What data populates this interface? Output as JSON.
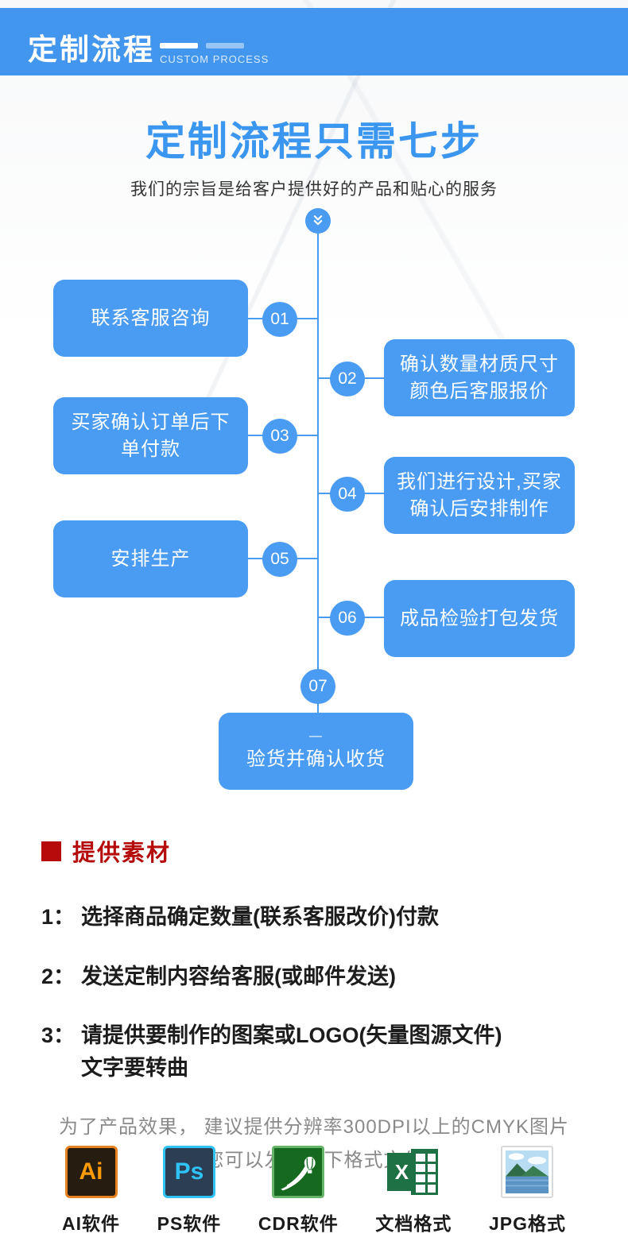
{
  "banner": {
    "title": "定制流程",
    "subtitle": "CUSTOM PROCESS"
  },
  "hero": {
    "title": "定制流程只需七步",
    "subtitle": "我们的宗旨是给客户提供好的产品和贴心的服务"
  },
  "flow": {
    "steps": [
      {
        "num": "01",
        "line1": "联系客服咨询",
        "line2": ""
      },
      {
        "num": "02",
        "line1": "确认数量材质尺寸",
        "line2": "颜色后客服报价"
      },
      {
        "num": "03",
        "line1": "买家确认订单后下",
        "line2": "单付款"
      },
      {
        "num": "04",
        "line1": "我们进行设计,买家",
        "line2": "确认后安排制作"
      },
      {
        "num": "05",
        "line1": "安排生产",
        "line2": ""
      },
      {
        "num": "06",
        "line1": "成品检验打包发货",
        "line2": ""
      }
    ],
    "final_step": {
      "num": "07",
      "dash": "—",
      "text": "验货并确认收货"
    }
  },
  "materials": {
    "heading": "提供素材",
    "items": [
      {
        "num": "1：",
        "text": "选择商品确定数量(联系客服改价)付款",
        "text2": ""
      },
      {
        "num": "2：",
        "text": "发送定制内容给客服(或邮件发送)",
        "text2": ""
      },
      {
        "num": "3：",
        "text": "请提供要制作的图案或LOGO(矢量图源文件)",
        "text2": "文字要转曲"
      }
    ],
    "note_line1": "为了产品效果， 建议提供分辨率300DPI以上的CMYK图片",
    "note_line2": "您可以发送以下格式文件"
  },
  "formats": [
    {
      "glyph": "Ai",
      "label": "AI软件"
    },
    {
      "glyph": "Ps",
      "label": "PS软件"
    },
    {
      "glyph": "",
      "label": "CDR软件"
    },
    {
      "glyph": "X",
      "label": "文档格式"
    },
    {
      "glyph": "",
      "label": "JPG格式"
    }
  ],
  "colors": {
    "banner_blue": "#4396ee",
    "title_blue": "#3b96f0",
    "box_blue": "#4a9cf2",
    "heading_red": "#b50b0b",
    "note_gray": "#8a8a8a",
    "ai_orange": "#e8821f",
    "ps_cyan": "#2fc2f5",
    "cdr_green": "#156a1f",
    "excel_green": "#1e7145"
  }
}
